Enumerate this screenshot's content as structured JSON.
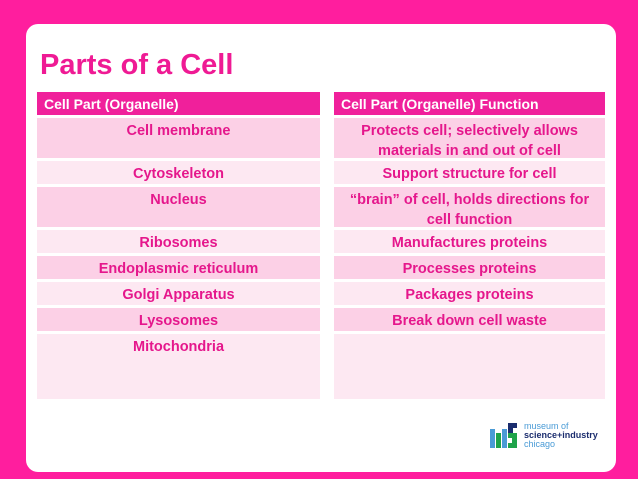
{
  "slide": {
    "title": "Parts of a Cell"
  },
  "table": {
    "headers": [
      "Cell Part (Organelle)",
      "Cell Part (Organelle) Function"
    ],
    "rows": [
      {
        "part": "Cell membrane",
        "function": "Protects cell; selectively allows materials in and out of cell"
      },
      {
        "part": "Cytoskeleton",
        "function": "Support structure for cell"
      },
      {
        "part": "Nucleus",
        "function": "“brain” of cell, holds directions for cell function"
      },
      {
        "part": "Ribosomes",
        "function": "Manufactures proteins"
      },
      {
        "part": "Endoplasmic reticulum",
        "function": "Processes proteins"
      },
      {
        "part": "Golgi Apparatus",
        "function": "Packages proteins"
      },
      {
        "part": "Lysosomes",
        "function": "Break down cell waste"
      },
      {
        "part": "Mitochondria",
        "function": ""
      }
    ]
  },
  "logo": {
    "line1": "museum of",
    "line2": "science+industry",
    "line3": "chicago",
    "icon": "msi-logo-icon"
  },
  "colors": {
    "background": "#ff1e9e",
    "accent": "#ef1a94",
    "row_dark": "#fcd0e6",
    "row_light": "#fde8f2"
  }
}
